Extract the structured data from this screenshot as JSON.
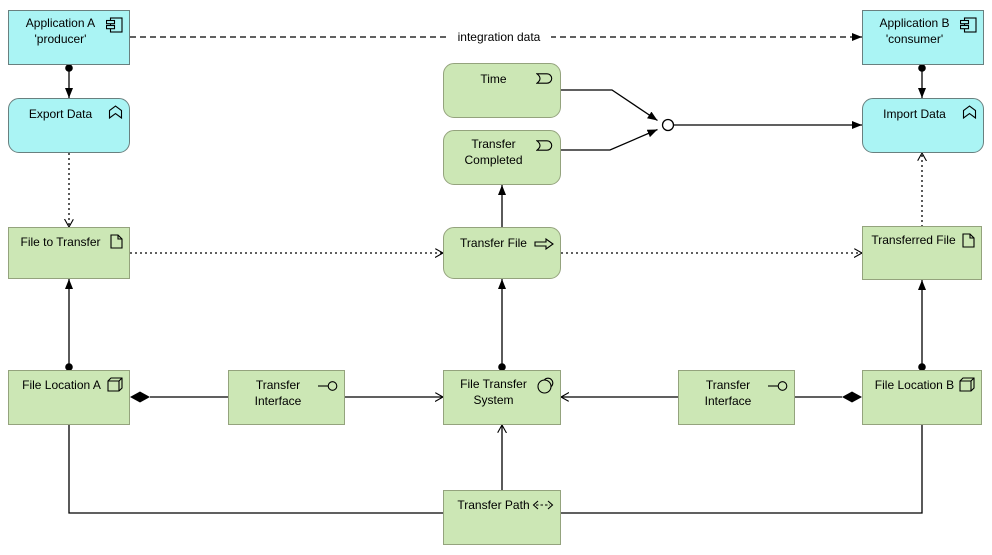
{
  "diagram": {
    "title_hint": "ArchiMate file-transfer integration view",
    "colors": {
      "application_fill": "#aaf4f4",
      "application_border": "#69807f",
      "technology_fill": "#cce7b5",
      "technology_border": "#94a37d",
      "line": "#000000",
      "background": "#ffffff"
    },
    "nodes": {
      "app_a": {
        "label": "Application A",
        "sublabel": "'producer'",
        "icon": "component-icon"
      },
      "app_b": {
        "label": "Application B",
        "sublabel": "'consumer'",
        "icon": "component-icon"
      },
      "export_data": {
        "label": "Export Data",
        "icon": "function-icon"
      },
      "import_data": {
        "label": "Import Data",
        "icon": "function-icon"
      },
      "time": {
        "label": "Time",
        "icon": "event-icon"
      },
      "transfer_completed": {
        "label": "Transfer Completed",
        "icon": "event-icon"
      },
      "file_to_transfer": {
        "label": "File to Transfer",
        "icon": "artifact-icon"
      },
      "transfer_file": {
        "label": "Transfer File",
        "icon": "process-icon"
      },
      "transferred_file": {
        "label": "Transferred File",
        "icon": "artifact-icon"
      },
      "file_location_a": {
        "label": "File Location A",
        "icon": "node-icon"
      },
      "transfer_interface_left": {
        "label": "Transfer Interface",
        "icon": "interface-icon"
      },
      "file_transfer_system": {
        "label": "File Transfer System",
        "icon": "system-software-icon"
      },
      "transfer_interface_right": {
        "label": "Transfer Interface",
        "icon": "interface-icon"
      },
      "file_location_b": {
        "label": "File Location B",
        "icon": "node-icon"
      },
      "transfer_path": {
        "label": "Transfer Path",
        "icon": "path-icon"
      }
    },
    "connectors": {
      "flow_label": "integration data"
    }
  }
}
